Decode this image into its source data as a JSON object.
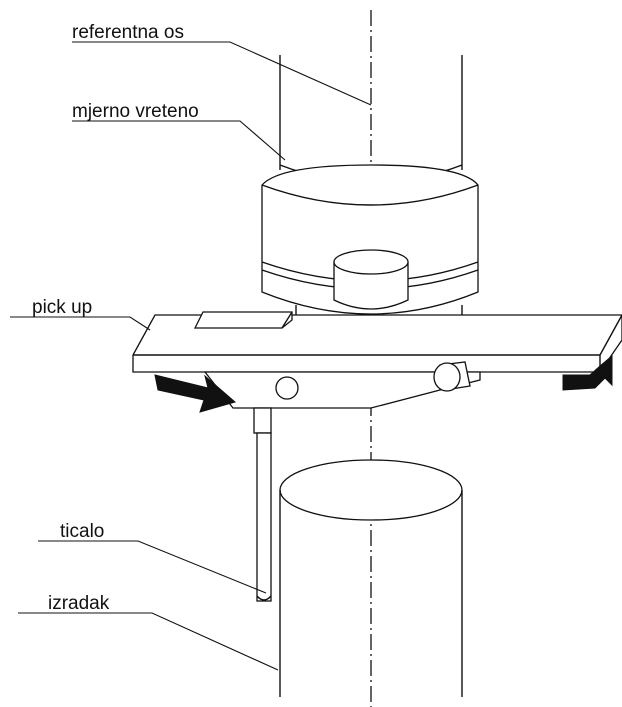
{
  "labels": {
    "reference_axis": "referentna os",
    "spindle": "mjerno vreteno",
    "pickup": "pick up",
    "stylus": "ticalo",
    "workpiece": "izradak"
  },
  "colors": {
    "ink": "#111111",
    "background": "#ffffff"
  },
  "icons": {
    "left_arrow": "rotation-arrow-icon",
    "right_arrow": "rotation-arrow-icon"
  }
}
